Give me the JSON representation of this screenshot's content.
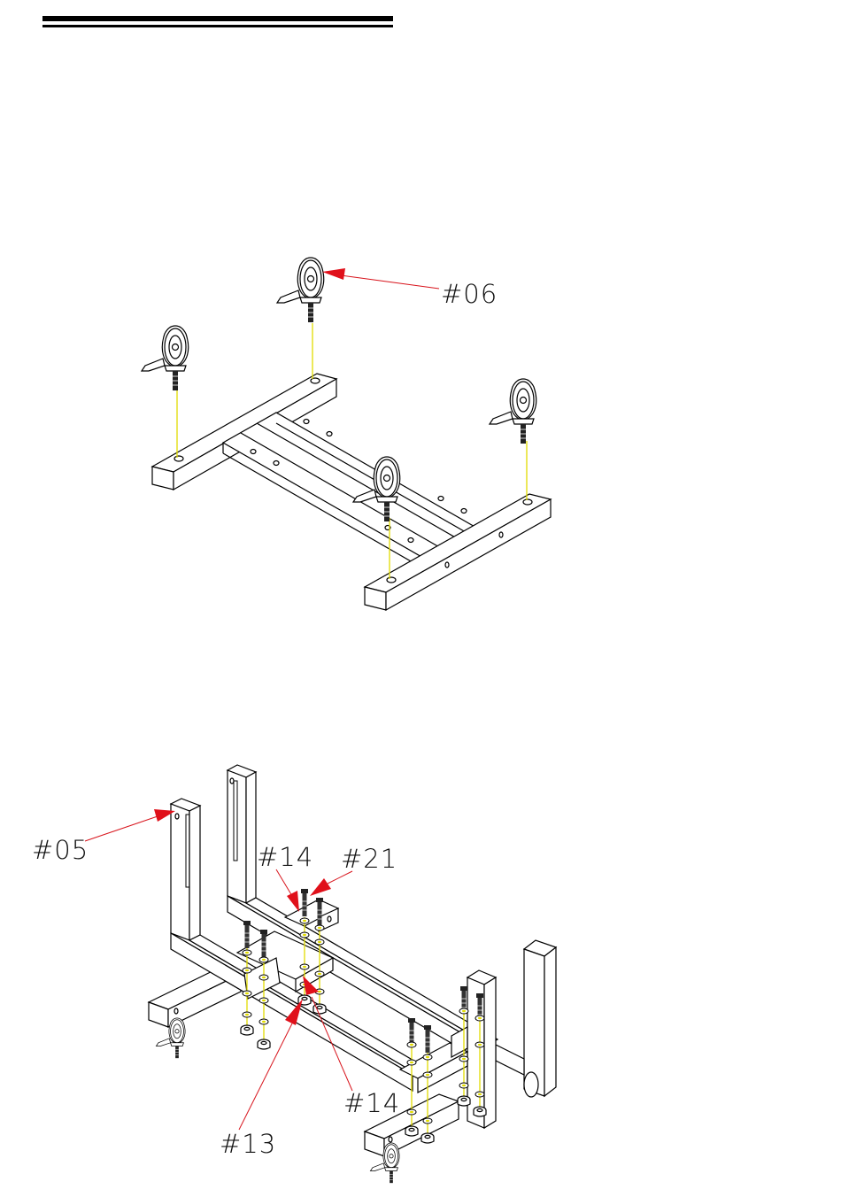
{
  "labels": {
    "caster": "#06",
    "leg": "#05",
    "washer_top": "#14",
    "bolt": "#21",
    "washer_bottom": "#14",
    "nut": "#13"
  },
  "colors": {
    "line": "#000000",
    "guide": "#e2dc00",
    "leader": "#d8141c",
    "arrow": "#e0101a",
    "background": "#ffffff"
  }
}
